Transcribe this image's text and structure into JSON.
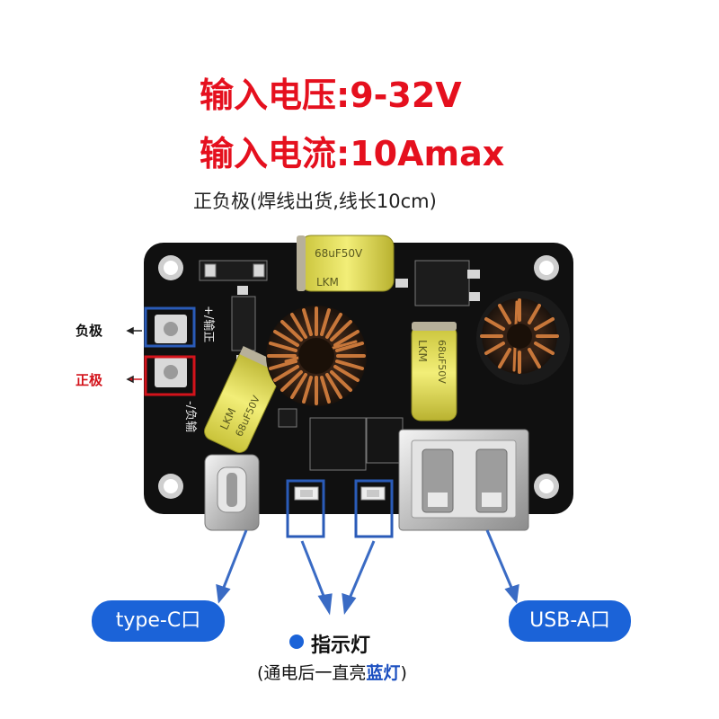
{
  "header": {
    "voltage_label": "输入电压:9-32V",
    "current_label": "输入电流:10Amax",
    "wire_note": "正负极(焊线出货,线长10cm)"
  },
  "board": {
    "pad_neg_label": "负极",
    "pad_pos_label": "正极",
    "silk_plus_text": "+/输正",
    "silk_minus_text": "-/负输",
    "capacitor_text": "LKM",
    "capacitor_rating": "68uF50V"
  },
  "callouts": {
    "typec_label": "type-C口",
    "usba_label": "USB-A口",
    "indicator_title": "指示灯",
    "indicator_note_prefix": "(通电后一直亮",
    "indicator_note_blue": "蓝灯",
    "indicator_note_suffix": ")"
  },
  "colors": {
    "title_red": "#e5101e",
    "pill_blue": "#1b63d8",
    "arrow_blue": "#3a6bc4",
    "box_blue": "#2a5bb8",
    "box_red": "#d3131b",
    "pcb_black": "#101010",
    "capacitor_yellow": "#e9e55a",
    "copper": "#c8773a"
  }
}
